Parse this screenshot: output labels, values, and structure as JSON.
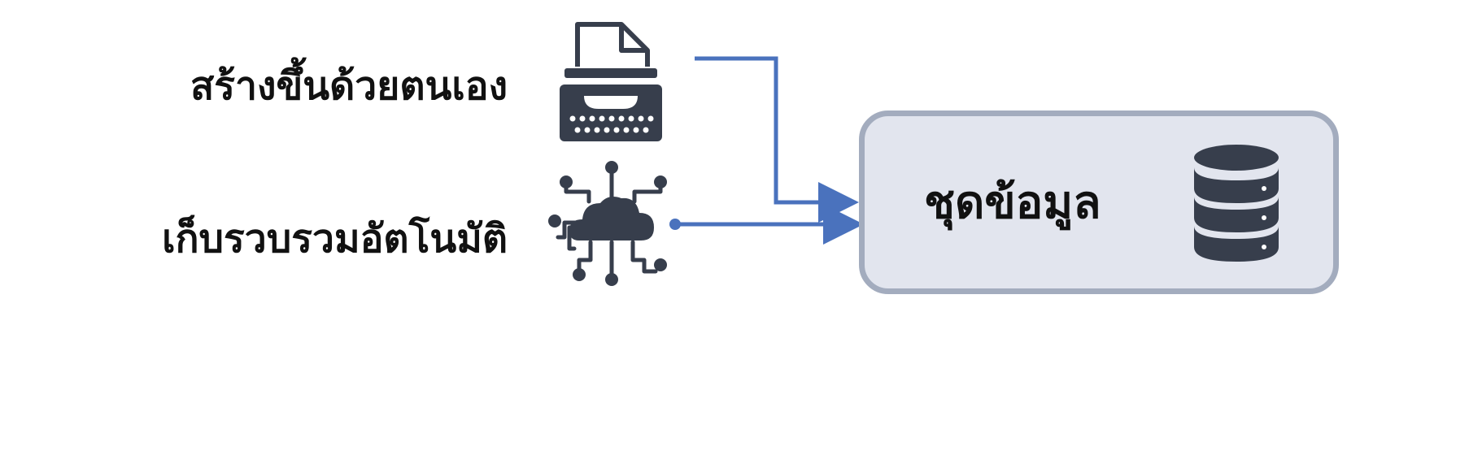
{
  "sources": {
    "manual": {
      "label": "สร้างขึ้นด้วยตนเอง",
      "icon": "typewriter-icon"
    },
    "automatic": {
      "label": "เก็บรวบรวมอัตโนมัติ",
      "icon": "cloud-network-icon"
    }
  },
  "target": {
    "label": "ชุดข้อมูล",
    "icon": "database-icon"
  },
  "colors": {
    "arrow": "#4a72bd",
    "icon": "#373e4c",
    "box_fill": "#e2e5ee",
    "box_border": "#a3acbe",
    "text": "#111111"
  }
}
